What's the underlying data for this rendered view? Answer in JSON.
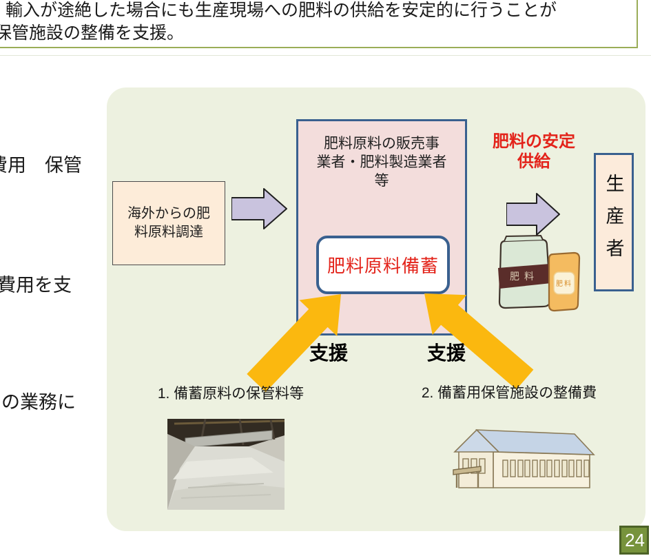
{
  "header": {
    "line1": "輸入が途絶した場合にも生産現場への肥料の供給を安定的に行うことが",
    "line2": "保管施設の整備を支援。"
  },
  "left_column_fragments": {
    "f1": "費用　保管",
    "f2": "費用を支",
    "f3": "の業務に"
  },
  "diagram": {
    "source_box": {
      "line1": "海外からの肥",
      "line2": "料原料調達"
    },
    "dealer_box": {
      "line1": "肥料原料の販売事",
      "line2": "業者・肥料製造業者",
      "line3": "等"
    },
    "stock_box_label": "肥料原料備蓄",
    "stable_supply": {
      "line1": "肥料の安定",
      "line2": "供給"
    },
    "producer_label": "生産者",
    "support_label_left": "支援",
    "support_label_right": "支援",
    "item1_label": "1. 備蓄原料の保管料等",
    "item2_label": "2. 備蓄用保管施設の整備費",
    "bag1_label": "肥料",
    "bag2_label": "肥料"
  },
  "page_number": "24",
  "colors": {
    "panel_bg": "#edf1e0",
    "box_blue_border": "#39608f",
    "pink_fill": "#f3dddc",
    "peach_fill": "#fdecd9",
    "accent_red": "#e3231a",
    "arrow_yellow": "#fbb80f",
    "arrow_lavender": "#c9c3de",
    "badge_green": "#77933c",
    "badge_border": "#4c6227",
    "heading_border": "#9aad57"
  }
}
